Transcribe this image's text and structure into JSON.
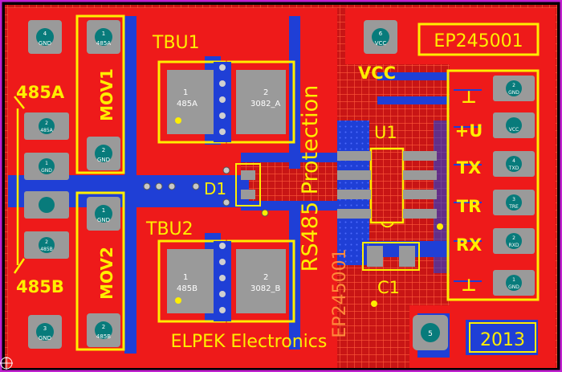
{
  "board": {
    "title_box": "EP245001",
    "vcc": "VCC",
    "tbu1": "TBU1",
    "tbu2": "TBU2",
    "d1": "D1",
    "u1": "U1",
    "c1": "C1",
    "label_485a": "485A",
    "label_485b": "485B",
    "mov1": "MOV1",
    "mov2": "MOV2",
    "rs485": "RS485 Protection",
    "vertical_id": "EP245001",
    "maker": "ELPEK Electronics",
    "year": "2013",
    "pin_labels": [
      "⊥",
      "+U",
      "TX",
      "TR",
      "RX",
      "⊥"
    ],
    "pad_text": {
      "left_top_num": "4",
      "left_top_net": "GND",
      "mov1_top_num": "1",
      "mov1_top_net": "485A",
      "mov1_bot_num": "2",
      "mov1_bot_net": "GND",
      "mov2_top_num": "1",
      "mov2_top_net": "GND",
      "mov2_bot_num": "2",
      "mov2_bot_net": "485B",
      "left_bot_num": "3",
      "left_bot_net": "GND",
      "side1_num": "2",
      "side1_net": "485A",
      "side2_num": "1",
      "side2_net": "GND",
      "side3_num": "2",
      "side3_net": "485B",
      "tbu1_p1_num": "1",
      "tbu1_p1_net": "485A",
      "tbu1_p2_num": "2",
      "tbu1_p2_net": "3082_A",
      "tbu2_p1_num": "1",
      "tbu2_p1_net": "485B",
      "tbu2_p2_num": "2",
      "tbu2_p2_net": "3082_B",
      "vcc_num": "6",
      "vcc_net": "VCC",
      "mnt_num": "5",
      "r1_num": "2",
      "r1_net": "GND",
      "r2_num": "",
      "r2_net": "VCC",
      "r3_num": "4",
      "r3_net": "TXD",
      "r4_num": "3",
      "r4_net": "TRE",
      "r5_num": "2",
      "r5_net": "RXD",
      "r6_num": "1",
      "r6_net": "GND"
    }
  },
  "colors": {
    "copper_top": "#ee1a1a",
    "copper_bottom": "#1f3fd6",
    "silkscreen": "#ffee00",
    "pad": "#9a9a9a",
    "outline": "#c020d0"
  }
}
